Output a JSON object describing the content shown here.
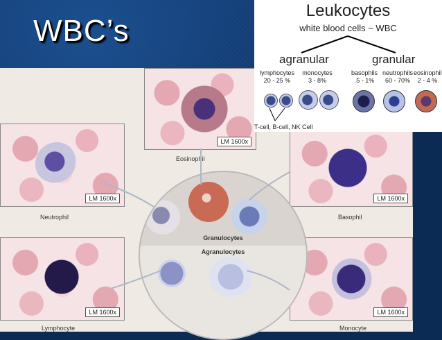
{
  "slide_title": "WBC’s",
  "chart": {
    "title": "Leukocytes",
    "subtitle": "white blood cells ~ WBC",
    "agranular": "agranular",
    "granular": "granular",
    "types": [
      {
        "name": "lymphocytes",
        "pct": "20 - 25 %"
      },
      {
        "name": "monocytes",
        "pct": "3 - 8%"
      },
      {
        "name": "basophils",
        "pct": ".5 - 1%"
      },
      {
        "name": "neutrophils",
        "pct": "60 - 70%"
      },
      {
        "name": "eosinophils",
        "pct": "2 - 4 %"
      }
    ],
    "lymph_note": "T-cell, B-cell, NK Cell"
  },
  "figure": {
    "eosinophil": "Eosinophil",
    "neutrophil": "Neutrophil",
    "basophil": "Basophil",
    "lymphocyte": "Lymphocyte",
    "monocyte": "Monocyte",
    "granulocytes": "Granulocytes",
    "agranulocytes": "Agranulocytes",
    "mag": "LM 1600x"
  }
}
